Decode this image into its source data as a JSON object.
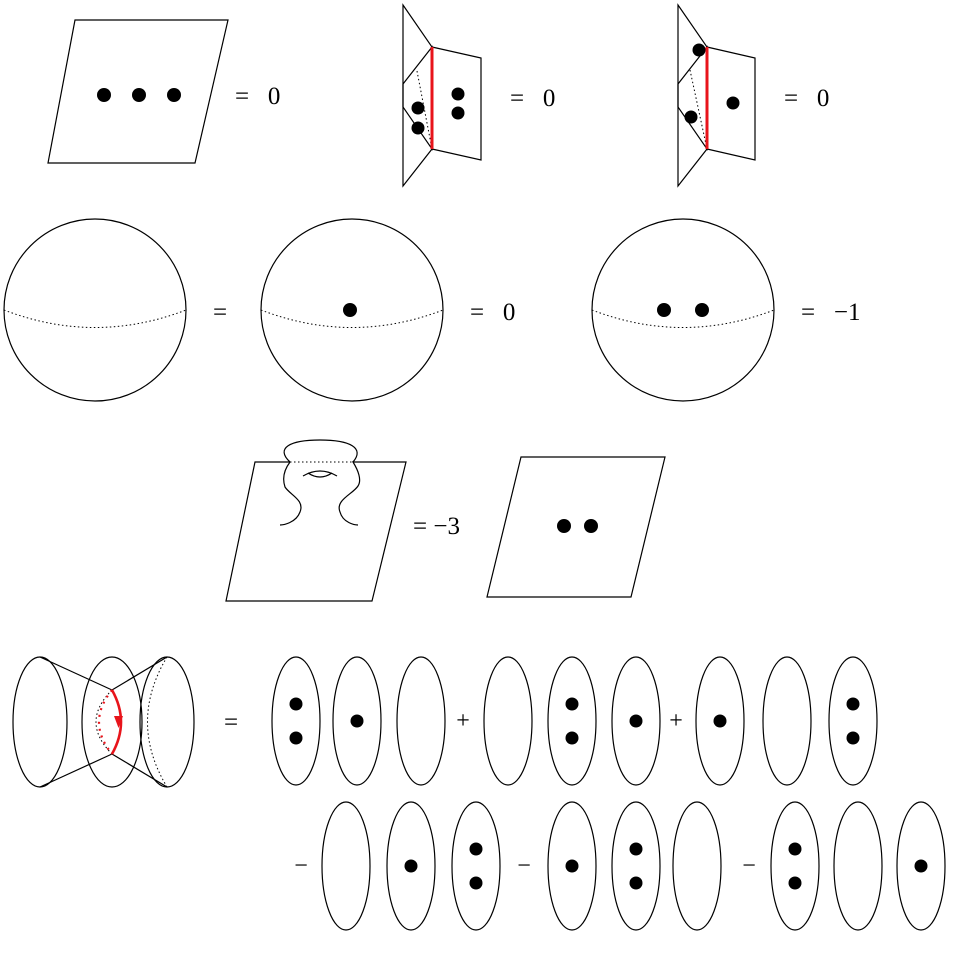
{
  "colors": {
    "ink": "#000000",
    "seam": "#e8141b",
    "background": "#ffffff"
  },
  "relations": [
    {
      "id": "plane-three-dots",
      "text": "=   0"
    },
    {
      "id": "seam-four-dots",
      "text": "=   0"
    },
    {
      "id": "seam-two-dots",
      "text": "=   0"
    },
    {
      "id": "sphere-eq",
      "text": "="
    },
    {
      "id": "sphere-one-dot",
      "text": "=   0"
    },
    {
      "id": "sphere-two-dots",
      "text": "=   −1"
    },
    {
      "id": "handle-eq",
      "text": "= −3"
    },
    {
      "id": "neck-eq",
      "text": "="
    }
  ],
  "operators": {
    "row1": [
      "+",
      "+"
    ],
    "row2": [
      "−",
      "−",
      "−"
    ]
  },
  "neck_terms": {
    "row1": [
      [
        2,
        1,
        0
      ],
      [
        0,
        2,
        1
      ],
      [
        1,
        0,
        2
      ]
    ],
    "row2": [
      [
        0,
        1,
        2
      ],
      [
        1,
        2,
        0
      ],
      [
        2,
        0,
        1
      ]
    ]
  }
}
